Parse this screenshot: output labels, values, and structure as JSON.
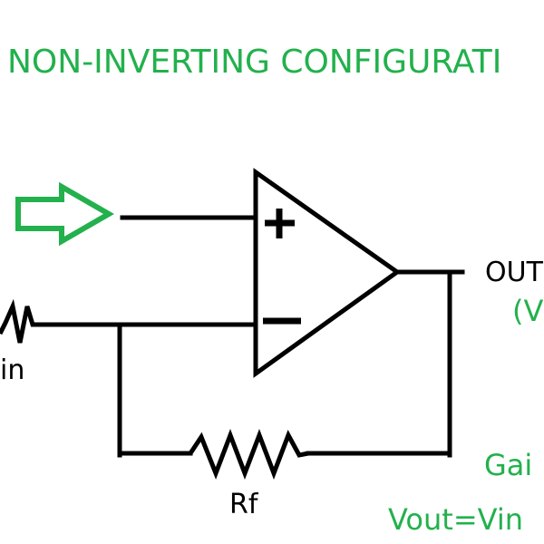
{
  "title": "NON-INVERTING CONFIGURATI",
  "labels": {
    "plus": "+",
    "minus": "−",
    "rin": "in",
    "rf": "Rf",
    "output": "OUT",
    "output_paren": "(V",
    "gain": "Gai",
    "formula": "Vout=Vin"
  },
  "colors": {
    "accent": "#22b14c",
    "line": "#000000",
    "background": "#ffffff"
  },
  "icons": {
    "input_arrow": "input-arrow-icon"
  }
}
